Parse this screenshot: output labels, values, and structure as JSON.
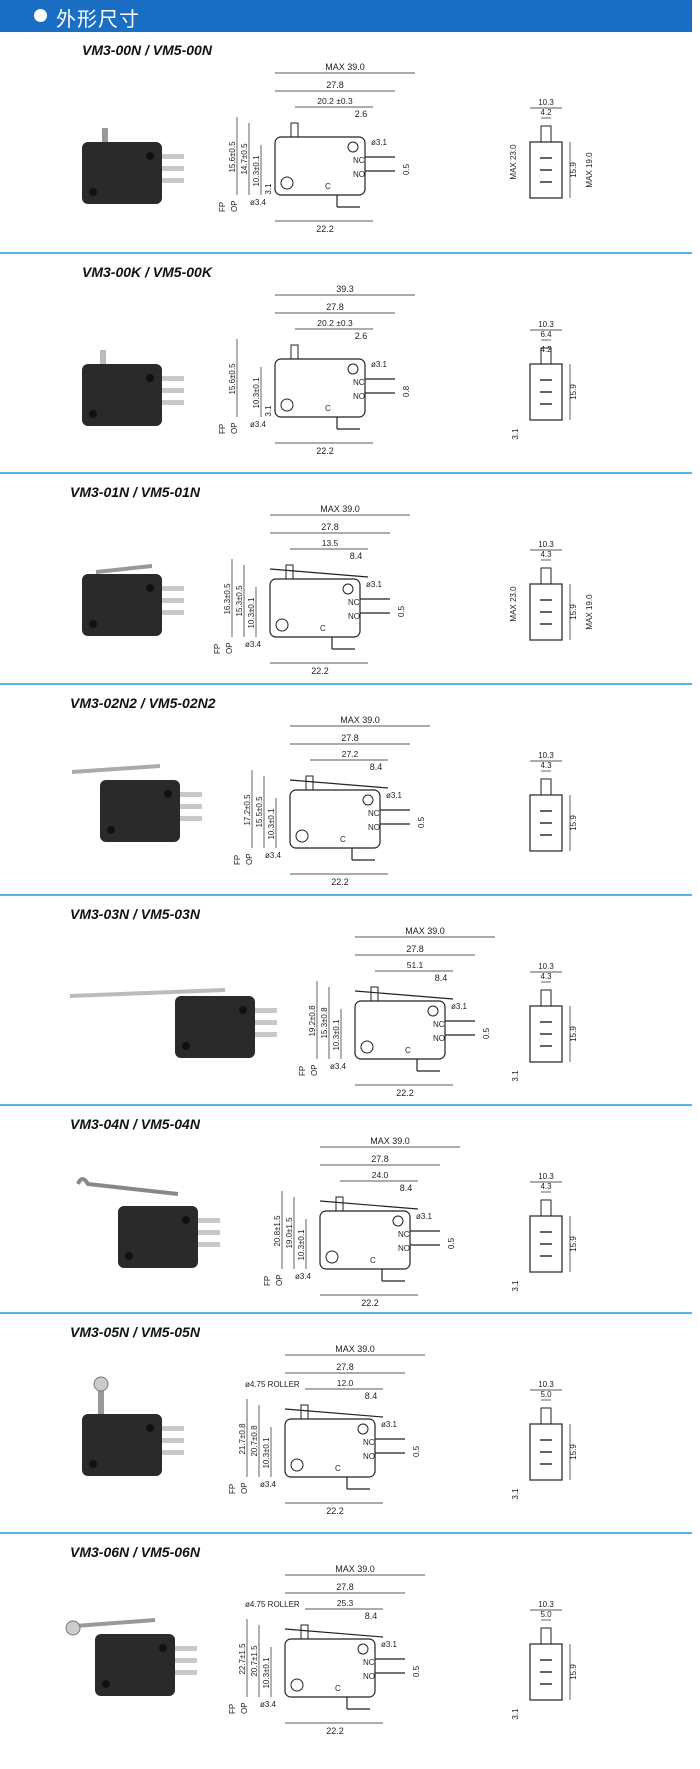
{
  "header": {
    "title": "外形尺寸"
  },
  "colors": {
    "accent": "#1a6fc4",
    "separator": "#58b3e6",
    "switch_body": "#2a2a2a",
    "drawing_line": "#222222"
  },
  "sections": [
    {
      "model": "VM3-00N / VM5-00N",
      "dims": {
        "max": "MAX 39.0",
        "d1": "27.8",
        "d2": "20.2",
        "d2tol": "±0.3",
        "d3": "2.6",
        "h1": "15.6",
        "h1tol": "±0.5",
        "h2": "14.7",
        "h2tol": "±0.5",
        "h3": "10.3",
        "h3tol": "±0.1",
        "bottom": "22.2",
        "hole_small": "ø3.1",
        "hole_big": "ø3.4",
        "lever_h": "3.1",
        "fp": "FP",
        "op": "OP",
        "nc": "NC",
        "no": "NO",
        "c": "C",
        "side_h": "0.5"
      },
      "side": {
        "w": "10.3",
        "w2": "4.2",
        "h_total": "MAX 23.0",
        "h_body": "15.9",
        "h_max": "MAX 19.0"
      }
    },
    {
      "model": "VM3-00K / VM5-00K",
      "dims": {
        "max": "39.3",
        "d1": "27.8",
        "d2": "20.2",
        "d2tol": "±0.3",
        "d3": "2.6",
        "h1": "15.6",
        "h1tol": "±0.5",
        "h2": "",
        "h2tol": "",
        "h3": "10.3",
        "h3tol": "±0.1",
        "bottom": "22.2",
        "hole_small": "ø3.1",
        "hole_big": "ø3.4",
        "lever_h": "3.1",
        "fp": "FP",
        "op": "OP",
        "nc": "NC",
        "no": "NO",
        "c": "C",
        "side_h": "0.8"
      },
      "side": {
        "w": "10.3",
        "w2": "6.4",
        "w3": "4.2",
        "h_total": "",
        "h_body": "15.9",
        "h_max": "",
        "foot": "3.1"
      }
    },
    {
      "model": "VM3-01N / VM5-01N",
      "dims": {
        "max": "MAX 39.0",
        "d1": "27.8",
        "d2": "13.5",
        "d2tol": "",
        "d3": "8.4",
        "h1": "16.3",
        "h1tol": "±0.5",
        "h2": "15.3",
        "h2tol": "±0.5",
        "h3": "10.3",
        "h3tol": "±0.1",
        "bottom": "22.2",
        "hole_small": "ø3.1",
        "hole_big": "ø3.4",
        "lever_h": "",
        "fp": "FP",
        "op": "OP",
        "nc": "NC",
        "no": "NO",
        "c": "C",
        "side_h": "0.5"
      },
      "side": {
        "w": "10.3",
        "w2": "4.3",
        "h_total": "MAX 23.0",
        "h_body": "15.9",
        "h_max": "MAX 19.0"
      }
    },
    {
      "model": "VM3-02N2 / VM5-02N2",
      "dims": {
        "max": "MAX 39.0",
        "d1": "27.8",
        "d2": "27.2",
        "d2tol": "",
        "d3": "8.4",
        "h1": "17.2",
        "h1tol": "±0.5",
        "h2": "15.5",
        "h2tol": "±0.5",
        "h3": "10.3",
        "h3tol": "±0.1",
        "bottom": "22.2",
        "hole_small": "ø3.1",
        "hole_big": "ø3.4",
        "lever_h": "",
        "fp": "FP",
        "op": "OP",
        "nc": "NC",
        "no": "NO",
        "c": "C",
        "side_h": "0.5"
      },
      "side": {
        "w": "10.3",
        "w2": "4.3",
        "h_total": "",
        "h_body": "15.9",
        "h_max": ""
      }
    },
    {
      "model": "VM3-03N / VM5-03N",
      "dims": {
        "max": "MAX 39.0",
        "d1": "27.8",
        "d2": "51.1",
        "d2tol": "",
        "d3": "8.4",
        "h1": "19.2",
        "h1tol": "±0.8",
        "h2": "15.3",
        "h2tol": "±0.8",
        "h3": "10.3",
        "h3tol": "±0.1",
        "bottom": "22.2",
        "hole_small": "ø3.1",
        "hole_big": "ø3.4",
        "lever_h": "",
        "fp": "FP",
        "op": "OP",
        "nc": "NC",
        "no": "NO",
        "c": "C",
        "side_h": "0.5"
      },
      "side": {
        "w": "10.3",
        "w2": "4.3",
        "h_total": "",
        "h_body": "15.9",
        "h_max": "",
        "foot": "3.1"
      }
    },
    {
      "model": "VM3-04N / VM5-04N",
      "dims": {
        "max": "MAX 39.0",
        "d1": "27.8",
        "d2": "24.0",
        "d2tol": "",
        "d3": "8.4",
        "h1": "20.8",
        "h1tol": "±1.5",
        "h2": "19.0",
        "h2tol": "±1.5",
        "h3": "10.3",
        "h3tol": "±0.1",
        "bottom": "22.2",
        "hole_small": "ø3.1",
        "hole_big": "ø3.4",
        "lever_h": "",
        "fp": "FP",
        "op": "OP",
        "nc": "NC",
        "no": "NO",
        "c": "C",
        "side_h": "0.5"
      },
      "side": {
        "w": "10.3",
        "w2": "4.3",
        "h_total": "",
        "h_body": "15.9",
        "h_max": "",
        "foot": "3.1"
      }
    },
    {
      "model": "VM3-05N / VM5-05N",
      "dims": {
        "max": "MAX 39.0",
        "d1": "27.8",
        "d2": "12.0",
        "d2tol": "",
        "d3": "8.4",
        "h1": "21.7",
        "h1tol": "±0.8",
        "h2": "20.7",
        "h2tol": "±0.8",
        "h3": "10.3",
        "h3tol": "±0.1",
        "bottom": "22.2",
        "hole_small": "ø3.1",
        "hole_big": "ø3.4",
        "lever_h": "",
        "fp": "FP",
        "op": "OP",
        "nc": "NC",
        "no": "NO",
        "c": "C",
        "side_h": "0.5",
        "roller": "ø4.75 ROLLER"
      },
      "side": {
        "w": "10.3",
        "w2": "5.0",
        "h_total": "",
        "h_body": "15.9",
        "h_max": "",
        "foot": "3.1"
      }
    },
    {
      "model": "VM3-06N / VM5-06N",
      "dims": {
        "max": "MAX 39.0",
        "d1": "27.8",
        "d2": "25.3",
        "d2tol": "",
        "d3": "8.4",
        "h1": "22.7",
        "h1tol": "±1.5",
        "h2": "20.7",
        "h2tol": "±1.5",
        "h3": "10.3",
        "h3tol": "±0.1",
        "bottom": "22.2",
        "hole_small": "ø3.1",
        "hole_big": "ø3.4",
        "lever_h": "",
        "fp": "FP",
        "op": "OP",
        "nc": "NC",
        "no": "NO",
        "c": "C",
        "side_h": "0.5",
        "roller": "ø4.75 ROLLER"
      },
      "side": {
        "w": "10.3",
        "w2": "5.0",
        "h_total": "",
        "h_body": "15.9",
        "h_max": "",
        "foot": "3.1"
      }
    }
  ]
}
